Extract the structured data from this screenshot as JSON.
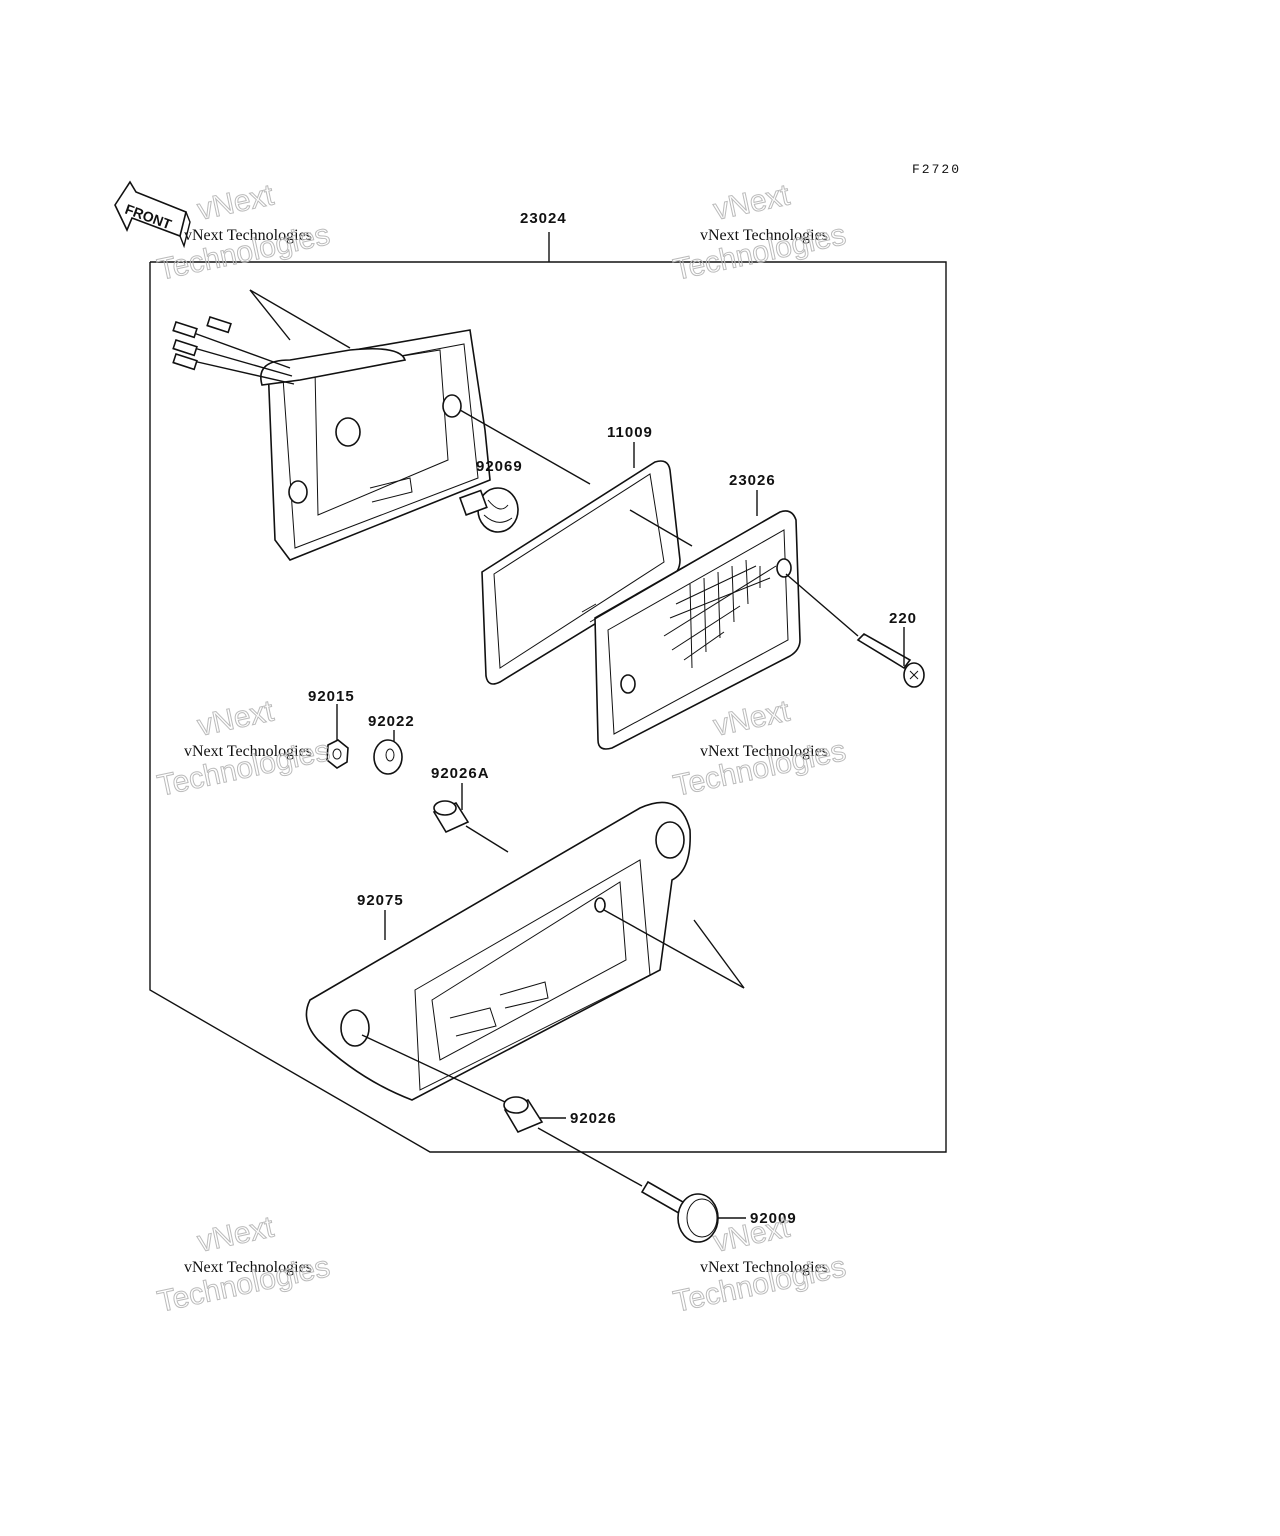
{
  "figure_code": "F2720",
  "front_label": "FRONT",
  "watermark": {
    "line1": "vNext Technologies",
    "line2": "Technologies",
    "line3": "vNext"
  },
  "parts": {
    "p23024": "23024",
    "p11009": "11009",
    "p92069": "92069",
    "p23026": "23026",
    "p220": "220",
    "p92015": "92015",
    "p92022": "92022",
    "p92026A": "92026A",
    "p92075": "92075",
    "p92026": "92026",
    "p92009": "92009"
  }
}
